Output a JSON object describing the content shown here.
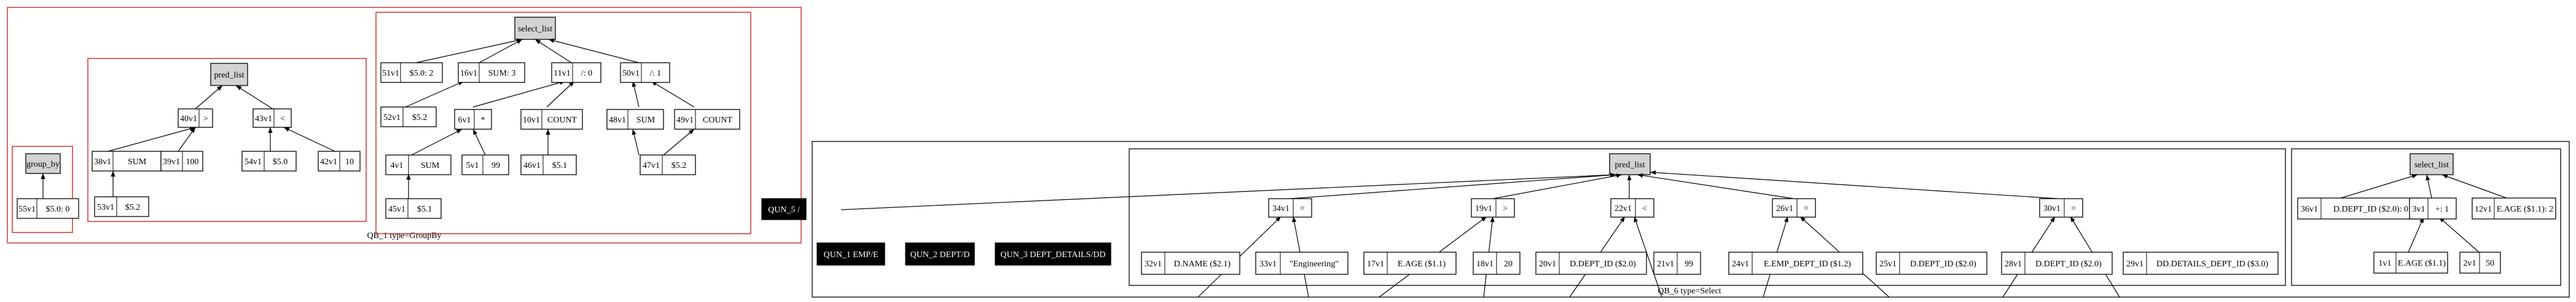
{
  "clusters": {
    "qb1": "QB_1 type=GroupBy",
    "qb6": "QB_6 type=Select",
    "group_by": "group_by",
    "pred_list_left": "pred_list",
    "select_list_left": "select_list",
    "pred_list_right": "pred_list",
    "select_list_right": "select_list"
  },
  "nodes": {
    "n55": [
      "55v1",
      "$5.0: 0"
    ],
    "n38": [
      "38v1",
      "SUM"
    ],
    "n40": [
      "40v1",
      ">"
    ],
    "n53": [
      "53v1",
      "$5.2"
    ],
    "n39": [
      "39v1",
      "100"
    ],
    "n43": [
      "43v1",
      "<"
    ],
    "n54": [
      "54v1",
      "$5.0"
    ],
    "n42": [
      "42v1",
      "10"
    ],
    "n51": [
      "51v1",
      "$5.0: 2"
    ],
    "n16": [
      "16v1",
      "SUM: 3"
    ],
    "n11": [
      "11v1",
      "/: 0"
    ],
    "n50": [
      "50v1",
      "/: 1"
    ],
    "n52": [
      "52v1",
      "$5.2"
    ],
    "n6": [
      "6v1",
      "*"
    ],
    "n10": [
      "10v1",
      "COUNT"
    ],
    "n48": [
      "48v1",
      "SUM"
    ],
    "n49": [
      "49v1",
      "COUNT"
    ],
    "n4": [
      "4v1",
      "SUM"
    ],
    "n5": [
      "5v1",
      "99"
    ],
    "n46": [
      "46v1",
      "$5.1"
    ],
    "n47": [
      "47v1",
      "$5.2"
    ],
    "n45": [
      "45v1",
      "$5.1"
    ],
    "n34": [
      "34v1",
      "="
    ],
    "n19": [
      "19v1",
      ">"
    ],
    "n22": [
      "22v1",
      "<"
    ],
    "n26": [
      "26v1",
      "="
    ],
    "n30": [
      "30v1",
      "="
    ],
    "n32": [
      "32v1",
      "D.NAME ($2.1)"
    ],
    "n33": [
      "33v1",
      "\"Engineering\""
    ],
    "n17": [
      "17v1",
      "E.AGE ($1.1)"
    ],
    "n18": [
      "18v1",
      "20"
    ],
    "n20": [
      "20v1",
      "D.DEPT_ID ($2.0)"
    ],
    "n21": [
      "21v1",
      "99"
    ],
    "n24": [
      "24v1",
      "E.EMP_DEPT_ID ($1.2)"
    ],
    "n25": [
      "25v1",
      "D.DEPT_ID ($2.0)"
    ],
    "n28": [
      "28v1",
      "D.DEPT_ID ($2.0)"
    ],
    "n29": [
      "29v1",
      "DD.DETAILS_DEPT_ID ($3.0)"
    ],
    "n36": [
      "36v1",
      "D.DEPT_ID ($2.0): 0"
    ],
    "n3": [
      "3v1",
      "+: 1"
    ],
    "n12": [
      "12v1",
      "E.AGE ($1.1): 2"
    ],
    "n1": [
      "1v1",
      "E.AGE ($1.1)"
    ],
    "n2": [
      "2v1",
      "50"
    ]
  },
  "qun": {
    "q5": "QUN_5 /",
    "q1": "QUN_1 EMP/E",
    "q2": "QUN_2 DEPT/D",
    "q3": "QUN_3 DEPT_DETAILS/DD"
  }
}
